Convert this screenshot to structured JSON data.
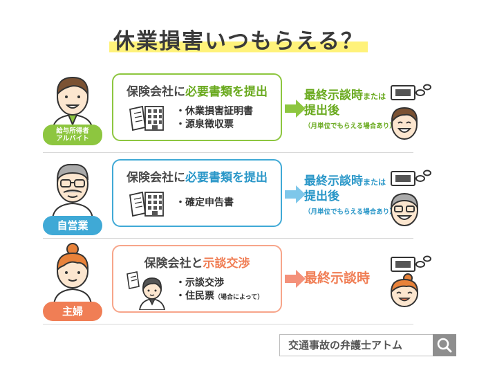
{
  "title": "休業損害いつもらえる？",
  "rows": [
    {
      "badge": [
        "給与所得者",
        "アルバイト"
      ],
      "box_title_prefix": "保険会社に",
      "box_title_highlight": "必要書類を提出",
      "items": [
        "・休業損害証明書",
        "・源泉徴収票"
      ],
      "result_main1": "最終示談時",
      "result_mata": "または",
      "result_main2": "提出後",
      "result_sub": "（月単位でもらえる場合あり）",
      "color": "#8dc63f"
    },
    {
      "badge": "自営業",
      "box_title_prefix": "保険会社に",
      "box_title_highlight": "必要書類を提出",
      "items": [
        "・確定申告書"
      ],
      "result_main1": "最終示談時",
      "result_mata": "または",
      "result_main2": "提出後",
      "result_sub": "（月単位でもらえる場合あり）",
      "color": "#3fa9d6"
    },
    {
      "badge": "主婦",
      "box_title_prefix": "保険会社と",
      "box_title_highlight": "示談交渉",
      "items": [
        "・示談交渉",
        "・住民票"
      ],
      "item_note": "（場合によって）",
      "result_main1": "最終示談時",
      "color": "#f07e55"
    }
  ],
  "search": {
    "text": "交通事故の弁護士アトム",
    "icon": "search-icon"
  }
}
